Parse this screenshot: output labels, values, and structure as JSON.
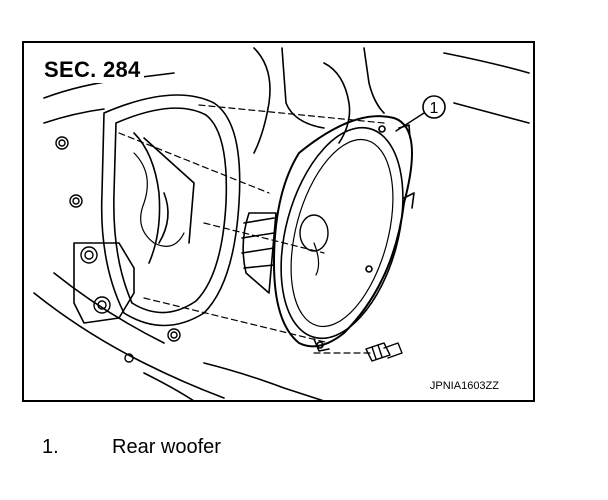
{
  "figure": {
    "section_label": "SEC. 284",
    "figure_code": "JPNIA1603ZZ",
    "callout_number": "1"
  },
  "legend": {
    "items": [
      {
        "number": "1.",
        "label": "Rear woofer"
      }
    ]
  }
}
